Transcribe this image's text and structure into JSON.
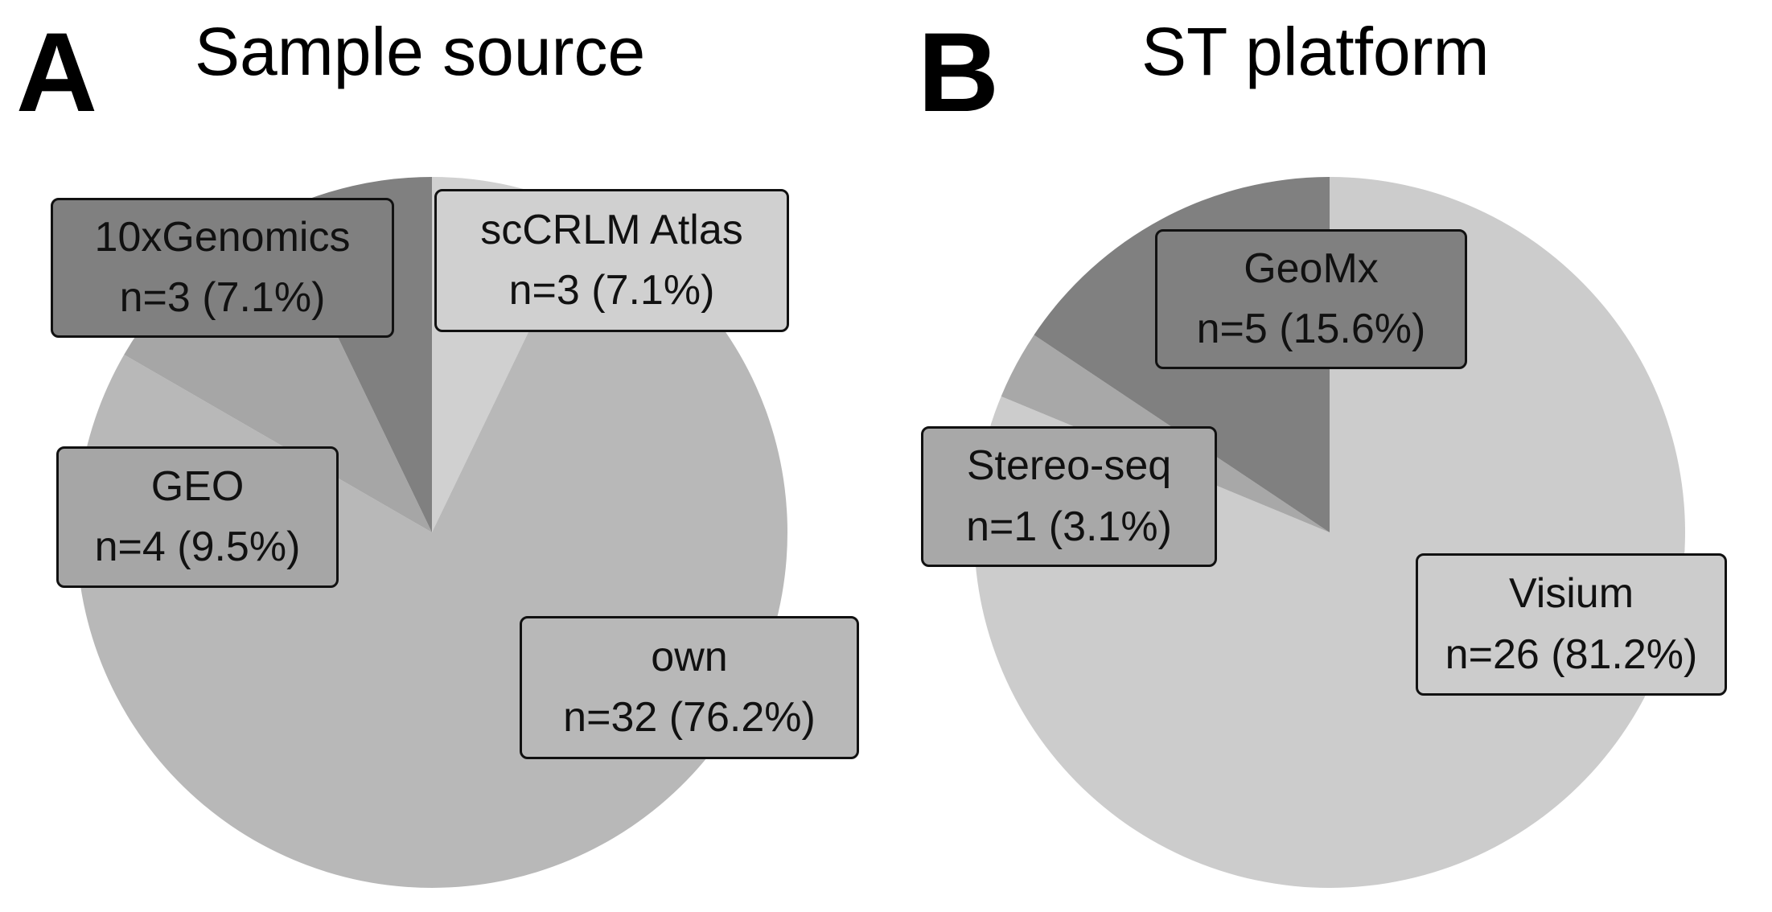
{
  "chart_data": [
    {
      "type": "pie",
      "panel": "A",
      "title": "Sample source",
      "start": "top",
      "direction": "clockwise",
      "slices": [
        {
          "name": "scCRLM Atlas",
          "n": 3,
          "percent": 7.1,
          "label": "n=3 (7.1%)",
          "color": "#d0d0d0"
        },
        {
          "name": "own",
          "n": 32,
          "percent": 76.2,
          "label": "n=32 (76.2%)",
          "color": "#b8b8b8"
        },
        {
          "name": "GEO",
          "n": 4,
          "percent": 9.5,
          "label": "n=4 (9.5%)",
          "color": "#a6a6a6"
        },
        {
          "name": "10xGenomics",
          "n": 3,
          "percent": 7.1,
          "label": "n=3 (7.1%)",
          "color": "#808080"
        }
      ]
    },
    {
      "type": "pie",
      "panel": "B",
      "title": "ST platform",
      "start": "top",
      "direction": "clockwise",
      "slices": [
        {
          "name": "Visium",
          "n": 26,
          "percent": 81.2,
          "label": "n=26 (81.2%)",
          "color": "#cccccc"
        },
        {
          "name": "Stereo-seq",
          "n": 1,
          "percent": 3.1,
          "label": "n=1 (3.1%)",
          "color": "#a8a8a8"
        },
        {
          "name": "GeoMx",
          "n": 5,
          "percent": 15.6,
          "label": "n=5 (15.6%)",
          "color": "#808080"
        }
      ]
    }
  ]
}
